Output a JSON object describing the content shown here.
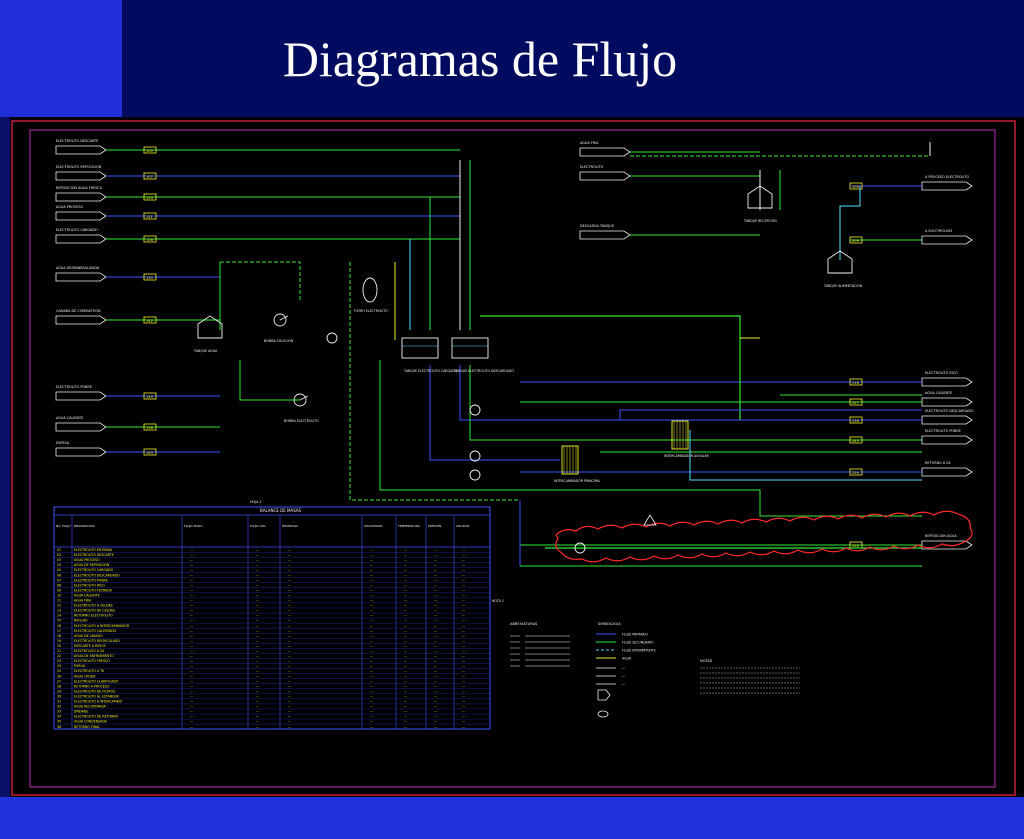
{
  "slide": {
    "title": "Diagramas de Flujo"
  },
  "diagram": {
    "table_title": "BALANCE DE MASAS",
    "table_headers": [
      "No. FLUJO",
      "DESCRIPCION",
      "FLUJO MASA",
      "FLUJO VOL.",
      "DENSIDAD",
      "VISCOSIDAD",
      "TEMPERATURA",
      "PRESION",
      "SOLIDOS"
    ],
    "table_rows": [
      {
        "no": "01",
        "desc": "ELECTROLITO ENTRADA"
      },
      {
        "no": "02",
        "desc": "ELECTROLITO DESCARTE"
      },
      {
        "no": "03",
        "desc": "AGUA PROCESO"
      },
      {
        "no": "04",
        "desc": "AGUA DE REPOSICION"
      },
      {
        "no": "05",
        "desc": "ELECTROLITO CARGADO"
      },
      {
        "no": "06",
        "desc": "ELECTROLITO DESCARGADO"
      },
      {
        "no": "07",
        "desc": "ELECTROLITO POBRE"
      },
      {
        "no": "08",
        "desc": "ELECTROLITO RICO"
      },
      {
        "no": "09",
        "desc": "ELECTROLITO FILTRADO"
      },
      {
        "no": "10",
        "desc": "AGUA CALIENTE"
      },
      {
        "no": "11",
        "desc": "AGUA FRIA"
      },
      {
        "no": "12",
        "desc": "ELECTROLITO A CELDAS"
      },
      {
        "no": "13",
        "desc": "ELECTROLITO DE CELDAS"
      },
      {
        "no": "14",
        "desc": "RETORNO ELECTROLITO"
      },
      {
        "no": "15",
        "desc": "REFLUJO"
      },
      {
        "no": "16",
        "desc": "ELECTROLITO A INTERCAMBIADOR"
      },
      {
        "no": "17",
        "desc": "ELECTROLITO CALENTADO"
      },
      {
        "no": "18",
        "desc": "AGUA DE LAVADO"
      },
      {
        "no": "19",
        "desc": "ELECTROLITO RECIRCULADO"
      },
      {
        "no": "20",
        "desc": "DESCARTE A RIPIOS"
      },
      {
        "no": "21",
        "desc": "ELECTROLITO A SX"
      },
      {
        "no": "22",
        "desc": "AGUA DE ENFRIAMIENTO"
      },
      {
        "no": "23",
        "desc": "ELECTROLITO FRESCO"
      },
      {
        "no": "24",
        "desc": "PURGA"
      },
      {
        "no": "25",
        "desc": "ELECTROLITO A TK"
      },
      {
        "no": "26",
        "desc": "AGUA CRUDA"
      },
      {
        "no": "27",
        "desc": "ELECTROLITO CLARIFICADO"
      },
      {
        "no": "28",
        "desc": "RETORNO A PROCESO"
      },
      {
        "no": "29",
        "desc": "ELECTROLITO DE FILTROS"
      },
      {
        "no": "30",
        "desc": "ELECTROLITO AL ESTANQUE"
      },
      {
        "no": "31",
        "desc": "ELECTROLITO A INTERCAMBIO"
      },
      {
        "no": "32",
        "desc": "AGUA RECUPERADA"
      },
      {
        "no": "33",
        "desc": "DRENAJE"
      },
      {
        "no": "34",
        "desc": "ELECTROLITO DE RETORNO"
      },
      {
        "no": "35",
        "desc": "AGUA CONDENSADA"
      },
      {
        "no": "36",
        "desc": "RETORNO FINAL"
      }
    ],
    "equipment_labels": [
      "FILTRO ELECTROLITO",
      "TANQUE ELECTROLITO CARGADO",
      "TANQUE ELECTROLITO DESCARGADO",
      "INTERCAMBIADOR PRINCIPAL",
      "INTERCAMBIADOR AUXILIAR",
      "TANQUE RECEPCION",
      "TANQUE ALIMENTACION",
      "BOMBA ELECTROLITO",
      "TANQUE AGUA",
      "BOMBA SOLUCION"
    ],
    "left_inlets": [
      "ELECTROLITO DESCARTE",
      "ELECTROLITO REPOSICION",
      "REPOSICION AGUA FRESCA",
      "AGUA PROCESO",
      "ELECTROLITO CARGADO",
      "AGUA DESMINERALIZADA",
      "CAMARA DE COMBUSTION",
      "ELECTROLITO POBRE",
      "AGUA CALIENTE",
      "ESPESA"
    ],
    "right_outlets": [
      "A PROCESO ELECTROLITO",
      "A ELECTROLISIS",
      "ELECTROLITO RICO",
      "AGUA CALIENTE",
      "ELECTROLITO DESCARGADO",
      "ELECTROLITO POBRE",
      "RETORNO A SX",
      "REPOSICION AGUA"
    ],
    "legend_title": "SIMBOLOGIA",
    "legend_items": [
      "FLUJO PRIMARIO",
      "FLUJO SECUNDARIO",
      "FLUJO INTERMITENTE",
      "AGUA"
    ],
    "abbrev_title": "ABREVIATURAS",
    "notes_title": "NOTAS"
  }
}
